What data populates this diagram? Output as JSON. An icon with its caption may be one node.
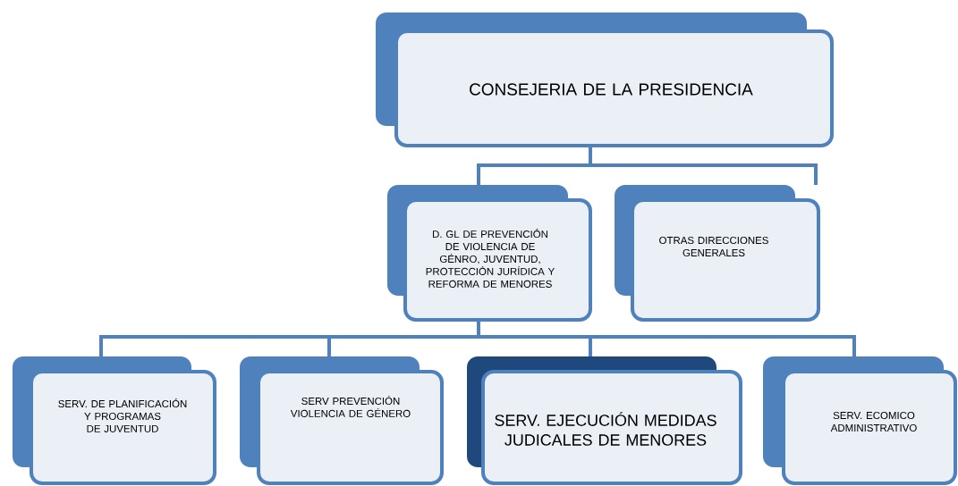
{
  "diagram": {
    "nodes": [
      {
        "text": [
          "CONSEJERIA DE LA PRESIDENCIA"
        ]
      },
      {
        "text": [
          "D. GL DE PREVENCIÓN DE VIOLENCIA DE GÉNRO, JUVENTUD, PROTECCIÓN JURÍDICA Y REFORMA DE MENORES"
        ]
      },
      {
        "text": [
          "OTRAS DIRECCIONES GENERALES"
        ]
      },
      {
        "text": [
          "SERV. DE PLANIFICACIÓN Y PROGRAMAS DE JUVENTUD"
        ]
      },
      {
        "text": [
          "SERV PREVENCIÓN VIOLENCIA DE GÉNERO"
        ]
      },
      {
        "text": [
          "SERV. EJECUCIÓN MEDIDAS JUDICALES DE MENORES"
        ]
      },
      {
        "text": [
          "SERV. ECOMICO ADMINISTRATIVO"
        ]
      }
    ],
    "edges": [
      {
        "from": 0,
        "to": 1,
        "arrow": "none"
      },
      {
        "from": 0,
        "to": 2,
        "arrow": "none"
      },
      {
        "from": 1,
        "to": 3,
        "arrow": "none"
      },
      {
        "from": 1,
        "to": 4,
        "arrow": "none"
      },
      {
        "from": 1,
        "to": 5,
        "arrow": "none"
      },
      {
        "from": 1,
        "to": 6,
        "arrow": "none"
      }
    ]
  }
}
